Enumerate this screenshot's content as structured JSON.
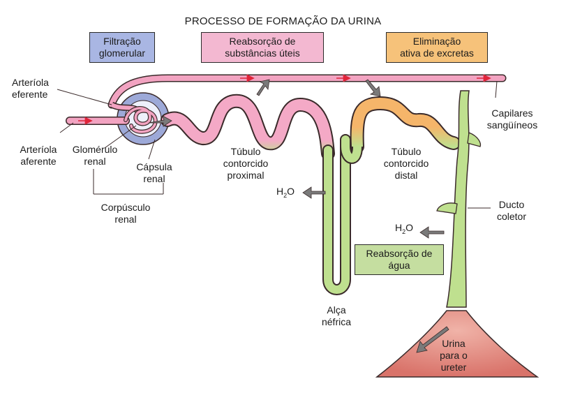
{
  "title": "PROCESSO DE FORMAÇÃO DA URINA",
  "boxes": {
    "filtration": {
      "line1": "Filtração",
      "line2": "glomerular",
      "color": "#a9b6e3"
    },
    "reabsorption": {
      "line1": "Reabsorção de",
      "line2": "substâncias úteis",
      "color": "#f3b8d1"
    },
    "elimination": {
      "line1": "Eliminação",
      "line2": "ativa de excretas",
      "color": "#f6c27a"
    },
    "water": {
      "line1": "Reabsorção de",
      "line2": "água",
      "color": "#c5dea0"
    }
  },
  "labels": {
    "efferent": {
      "line1": "Arteríola",
      "line2": "eferente"
    },
    "afferent": {
      "line1": "Arteríola",
      "line2": "aferente"
    },
    "glomerulus": {
      "line1": "Glomérulo",
      "line2": "renal"
    },
    "capsule": {
      "line1": "Cápsula",
      "line2": "renal"
    },
    "corpuscle": {
      "line1": "Corpúsculo",
      "line2": "renal"
    },
    "proximal": {
      "line1": "Túbulo",
      "line2": "contorcido",
      "line3": "proximal"
    },
    "distal": {
      "line1": "Túbulo",
      "line2": "contorcido",
      "line3": "distal"
    },
    "loop": {
      "line1": "Alça",
      "line2": "néfrica"
    },
    "capillaries": {
      "line1": "Capilares",
      "line2": "sangüíneos"
    },
    "duct": {
      "line1": "Ducto",
      "line2": "coletor"
    },
    "urine": {
      "line1": "Urina",
      "line2": "para o",
      "line3": "ureter"
    }
  },
  "water_symbol": {
    "h": "H",
    "sub": "2",
    "o": "O"
  },
  "colors": {
    "vessel": "#f2a3c1",
    "proximal_tubule": "#f4a9c6",
    "loop_tubule": "#bfe08f",
    "distal_tubule": "#f5b56a",
    "capsule": "#9da9d8",
    "pelvis": "#e89a8f",
    "arrow": "#7a7a7a",
    "flow_arrow": "#e0253a"
  }
}
